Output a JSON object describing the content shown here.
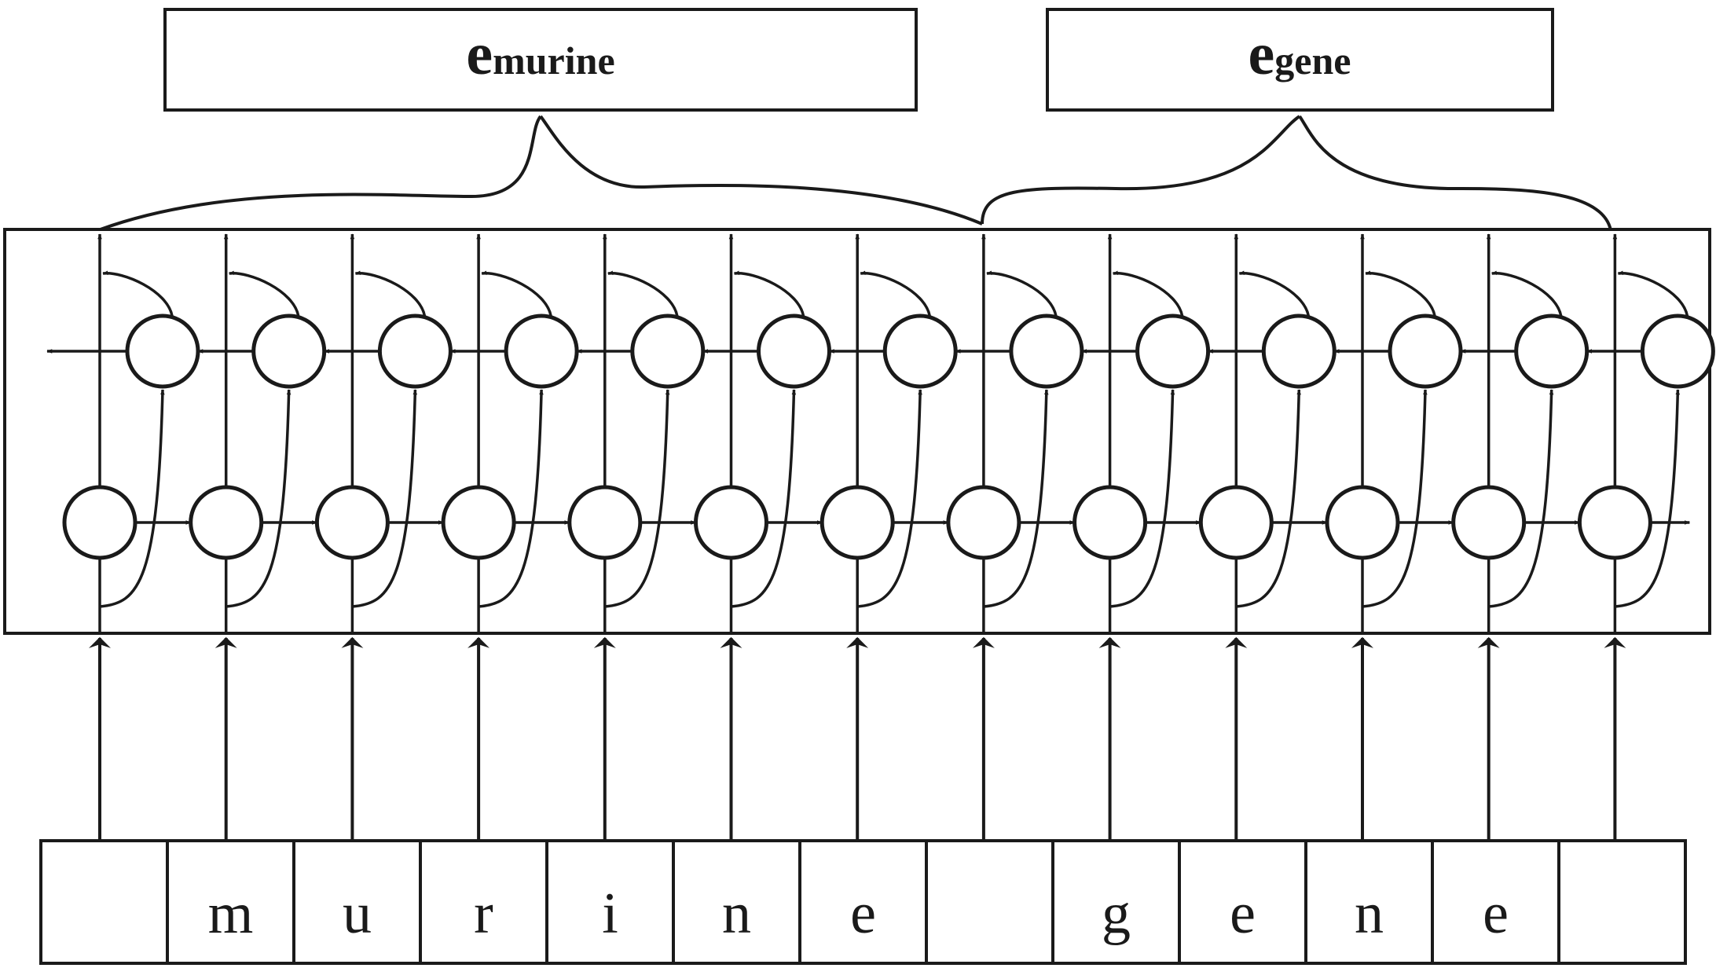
{
  "outputs": [
    {
      "symbol": "e",
      "subscript": "murine"
    },
    {
      "symbol": "e",
      "subscript": "gene"
    }
  ],
  "input_characters": [
    "",
    "m",
    "u",
    "r",
    "i",
    "n",
    "e",
    "",
    "g",
    "e",
    "n",
    "e",
    ""
  ]
}
